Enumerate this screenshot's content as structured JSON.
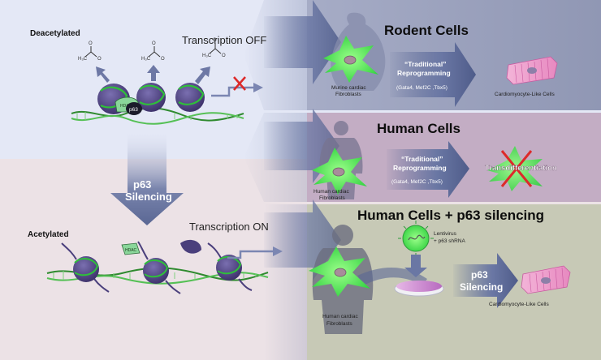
{
  "left": {
    "top_state": "Deacetylated",
    "top_transcription": "Transcription OFF",
    "hdac_label": "HDAC",
    "p63_label": "p63",
    "silencing_label_1": "p63",
    "silencing_label_2": "Silencing",
    "bottom_state": "Acetylated",
    "bottom_transcription": "Transcription ON",
    "hdac_free_label": "HDAC"
  },
  "panels": {
    "rodent": {
      "title": "Rodent Cells",
      "source_line1": "Murine cardiac",
      "source_line2": "Fibroblasts",
      "arrow_line1": "“Traditional”",
      "arrow_line2": "Reprogramming",
      "factors": "(Gata4, Mef2C ,Tbx5)",
      "result": "Cardiomyocyte-Like Cells"
    },
    "human": {
      "title": "Human Cells",
      "source_line1": "Human cardiac",
      "source_line2": "Fibroblasts",
      "arrow_line1": "“Traditional”",
      "arrow_line2": "Reprogramming",
      "factors": "(Gata4, Mef2C ,Tbx5)",
      "result": "Transdifferentiation"
    },
    "human_p63": {
      "title": "Human Cells + p63 silencing",
      "source_line1": "Human cardiac",
      "source_line2": "Fibroblasts",
      "virus_line1": "Lentivirus",
      "virus_line2": "+ p63 shRNA",
      "arrow_line1": "p63",
      "arrow_line2": "Silencing",
      "result": "Cardiomyocyte-Like Cells"
    }
  },
  "colors": {
    "top_bg": "#e4e8f6",
    "bottom_bg": "#ece2e6",
    "rodent_panel": "#9aa1bd",
    "human_panel": "#c2acc2",
    "p63_panel": "#c6c8b4",
    "arrow": "#5a6794",
    "cell": "#3ee04a",
    "nucleosome": "#4a3f7c",
    "cancel_red": "#dd2a2a"
  }
}
